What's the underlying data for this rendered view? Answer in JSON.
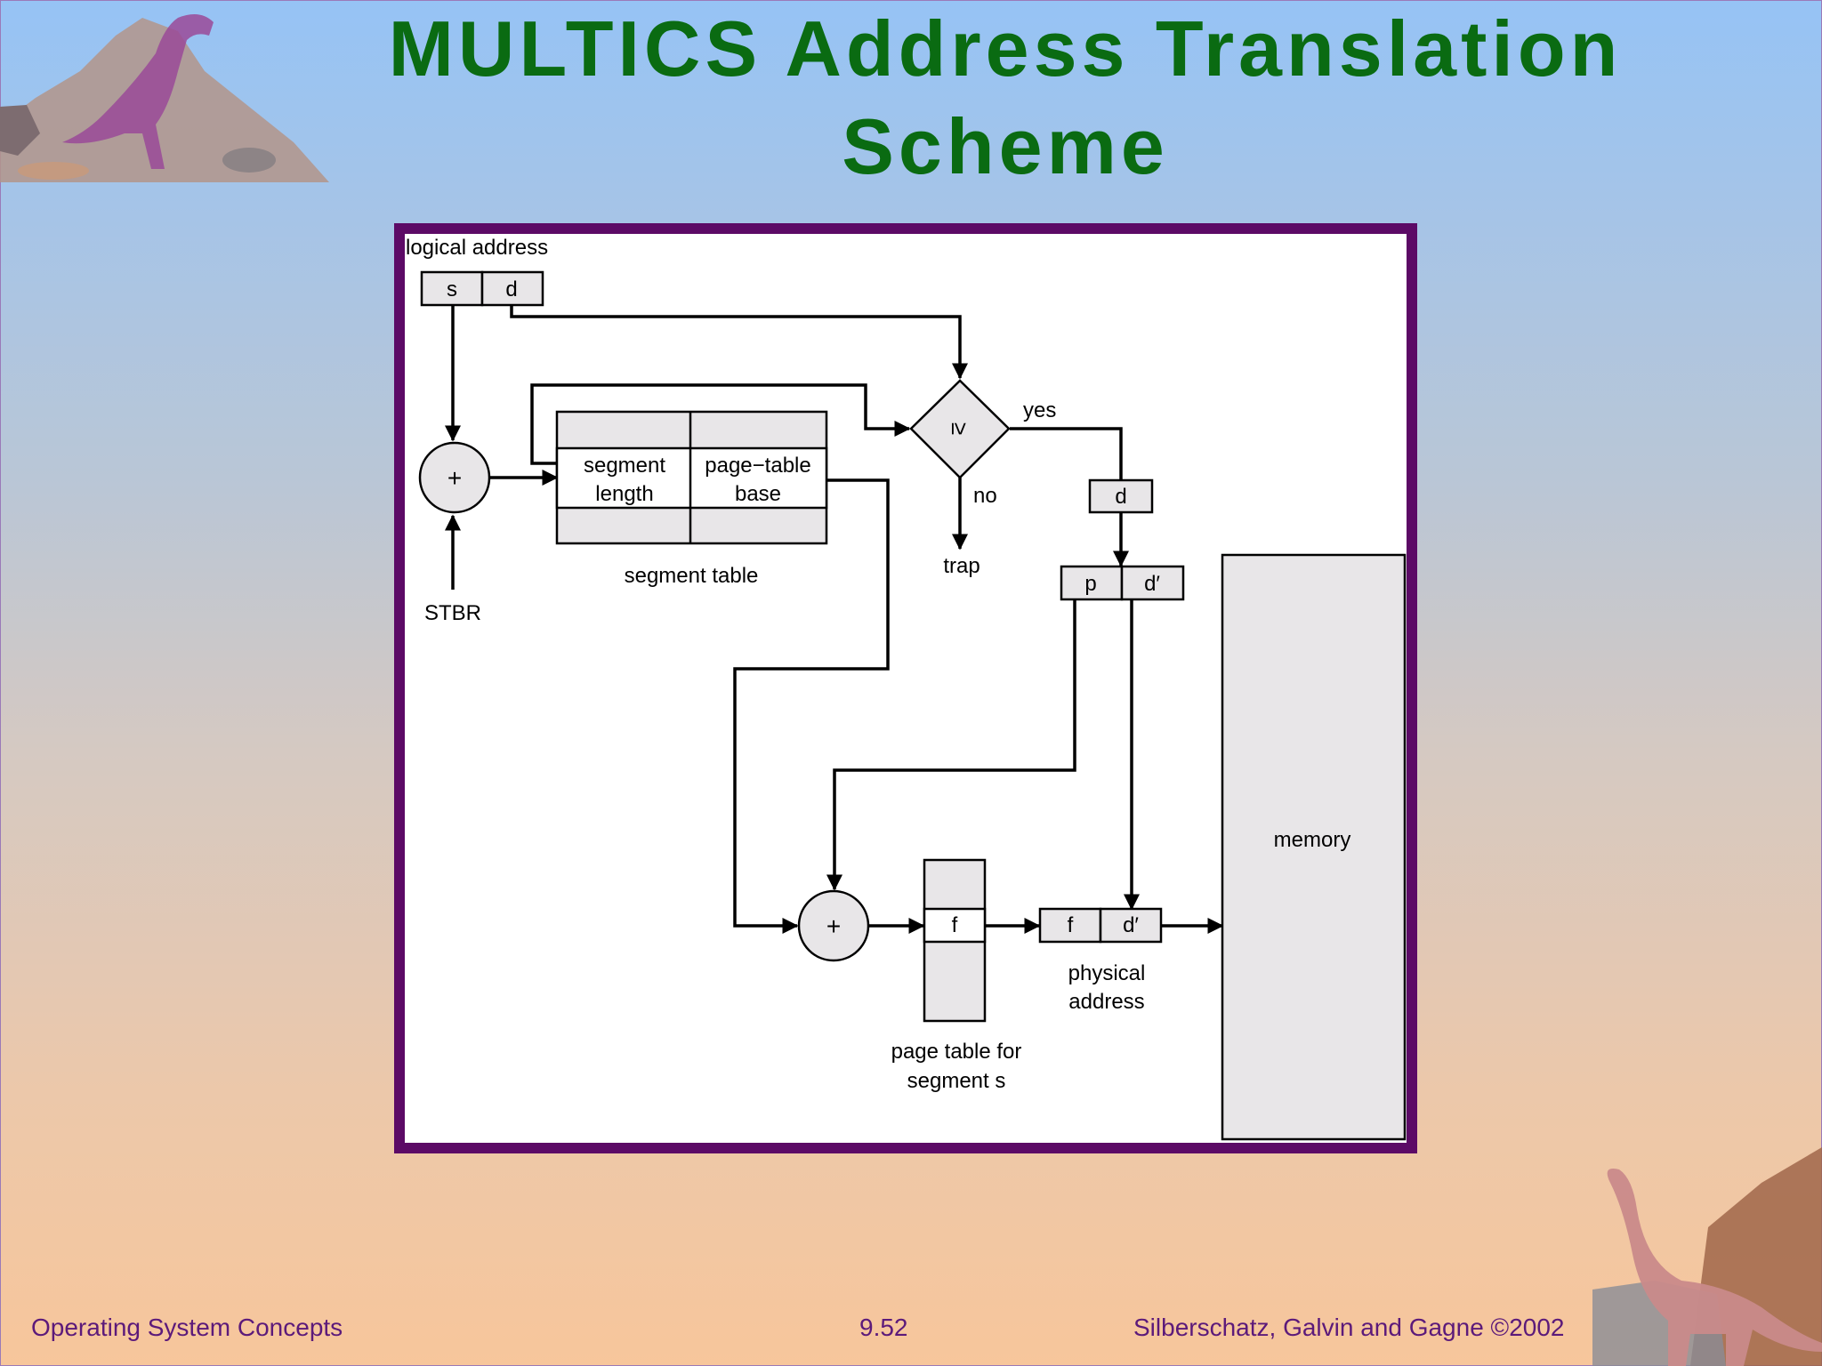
{
  "slide": {
    "title_line1": "MULTICS Address Translation",
    "title_line2": "Scheme"
  },
  "diagram": {
    "logical_address_label": "logical address",
    "s": "s",
    "d": "d",
    "adder_symbol": "+",
    "stbr_label": "STBR",
    "segment_length": [
      "segment",
      "length"
    ],
    "page_table_base": [
      "page−table",
      "base"
    ],
    "segment_table_label": "segment table",
    "compare_symbol": "≥",
    "yes_label": "yes",
    "no_label": "no",
    "trap_label": "trap",
    "d_box": "d",
    "p": "p",
    "d_prime": "d′",
    "f": "f",
    "page_table_label": [
      "page table for",
      "segment s"
    ],
    "physical_address_label": [
      "physical",
      "address"
    ],
    "memory_label": "memory"
  },
  "footer": {
    "left": "Operating System Concepts",
    "center": "9.52",
    "right": "Silberschatz, Galvin and  Gagne ©2002"
  },
  "colors": {
    "title": "#0a6b12",
    "frame": "#5c0a66",
    "footer_text": "#5c1a7a",
    "box_fill": "#e8e6e8"
  }
}
